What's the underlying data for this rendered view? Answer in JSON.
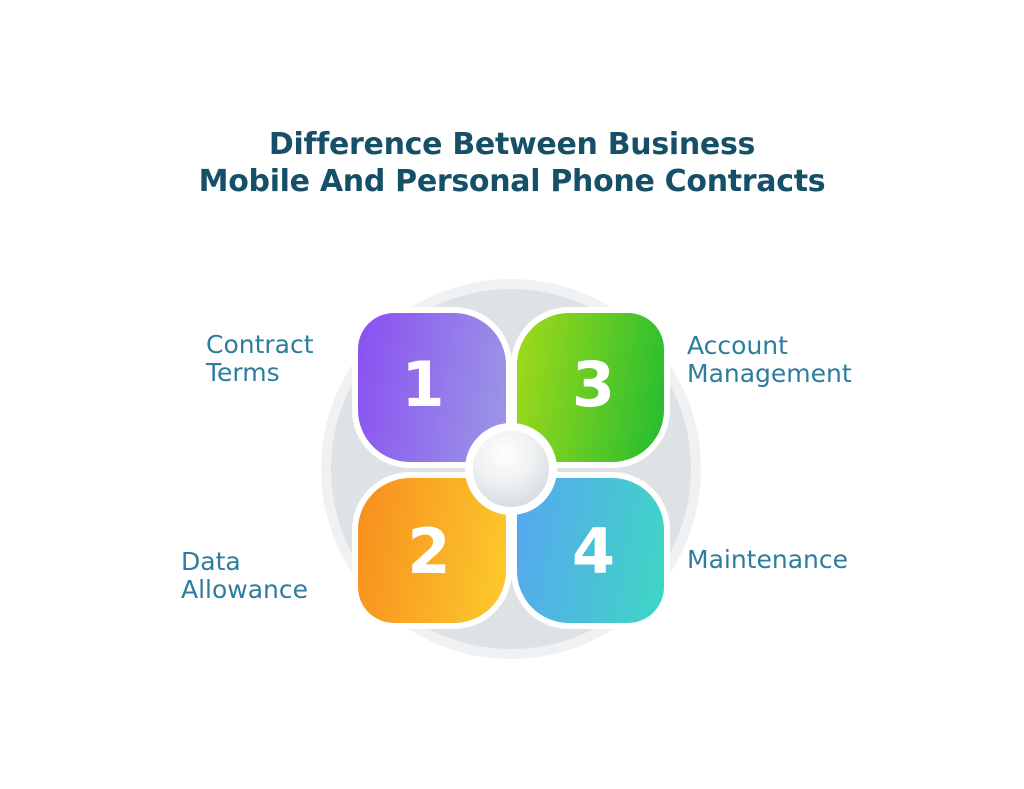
{
  "title": {
    "line1": "Difference Between Business",
    "line2": "Mobile And Personal Phone Contracts"
  },
  "items": [
    {
      "number": "1",
      "label_line1": "Contract",
      "label_line2": "Terms",
      "position": "top-left",
      "gradient_from": "#8a4ff1",
      "gradient_to": "#9b99e5"
    },
    {
      "number": "2",
      "label_line1": "Data",
      "label_line2": "Allowance",
      "position": "bottom-left",
      "gradient_from": "#f78d1d",
      "gradient_to": "#fccb2d"
    },
    {
      "number": "3",
      "label_line1": "Account",
      "label_line2": "Management",
      "position": "top-right",
      "gradient_from": "#a4da19",
      "gradient_to": "#22bc31"
    },
    {
      "number": "4",
      "label_line1": "Maintenance",
      "label_line2": "",
      "position": "bottom-right",
      "gradient_from": "#57a6f1",
      "gradient_to": "#3ed7c3"
    }
  ],
  "colors": {
    "background": "#ffffff",
    "title_text": "#164f68",
    "label_text": "#2d7d9e",
    "circle_bg": "#dfe2e4",
    "circle_halo": "#eff1f3",
    "number_text": "#ffffff",
    "petal_outline": "#ffffff"
  }
}
